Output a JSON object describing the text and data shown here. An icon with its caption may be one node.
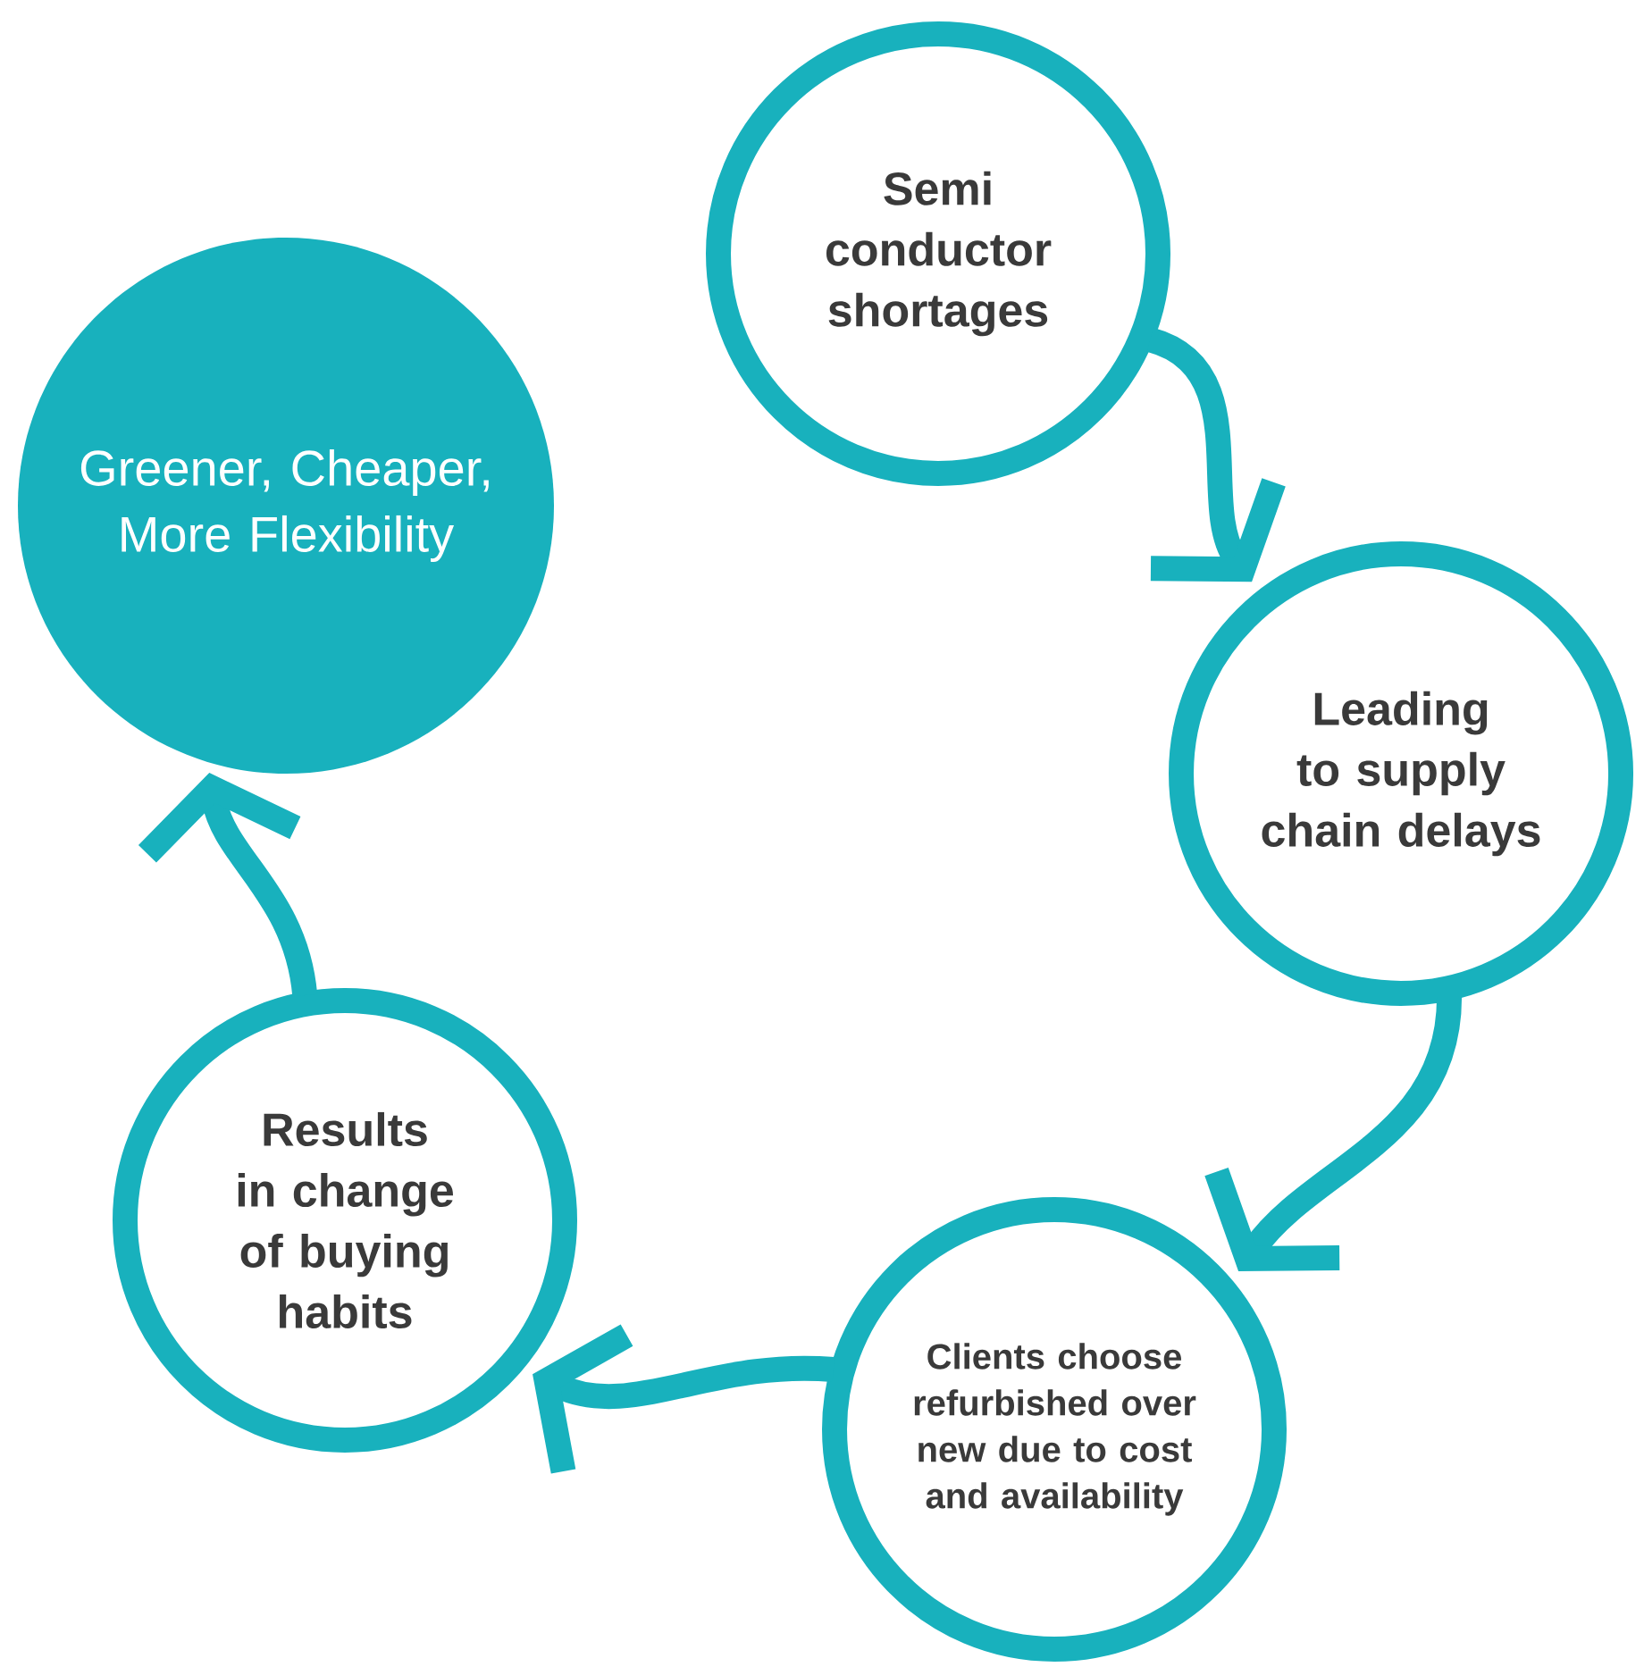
{
  "diagram": {
    "nodes": [
      {
        "text": [
          "Semi conductor shortages"
        ]
      },
      {
        "text": [
          "Leading to supply chain delays"
        ]
      },
      {
        "text": [
          "Clients choose refurbished over new due to cost and availability"
        ]
      },
      {
        "text": [
          "Results in change of buying habits"
        ]
      },
      {
        "text": [
          "Greener, Cheaper, More Flexibility"
        ]
      }
    ],
    "edges": [
      {
        "from": 0,
        "to": 1,
        "arrow": "to"
      },
      {
        "from": 1,
        "to": 2,
        "arrow": "to"
      },
      {
        "from": 2,
        "to": 3,
        "arrow": "to"
      },
      {
        "from": 3,
        "to": 4,
        "arrow": "to"
      }
    ]
  }
}
